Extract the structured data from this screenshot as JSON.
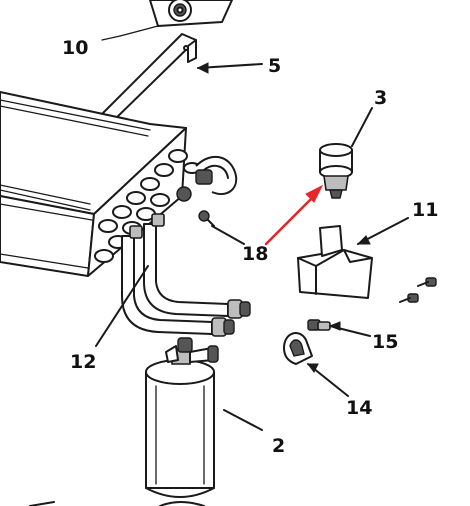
{
  "callouts": [
    {
      "key": "c10",
      "label": "10"
    },
    {
      "key": "c5",
      "label": "5"
    },
    {
      "key": "c3",
      "label": "3"
    },
    {
      "key": "c11",
      "label": "11"
    },
    {
      "key": "c18",
      "label": "18"
    },
    {
      "key": "c15",
      "label": "15"
    },
    {
      "key": "c12",
      "label": "12"
    },
    {
      "key": "c14",
      "label": "14"
    },
    {
      "key": "c2",
      "label": "2"
    }
  ],
  "highlight_color": "#e8262a",
  "ink_color": "#1a1a1a"
}
